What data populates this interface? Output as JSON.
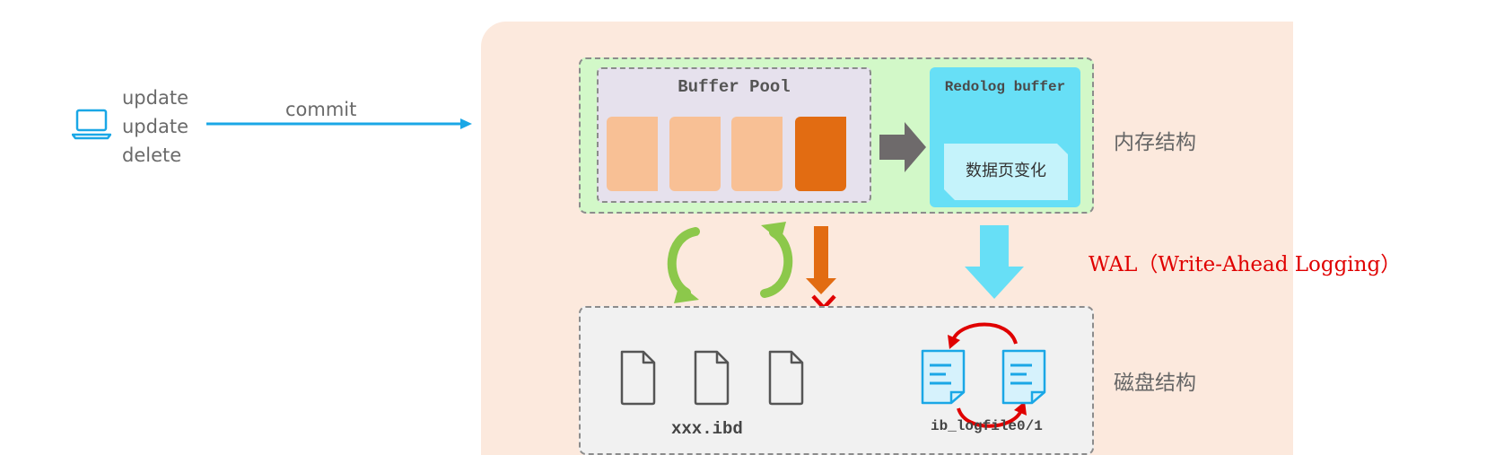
{
  "client": {
    "operations": [
      "update",
      "update",
      "delete"
    ],
    "commit_label": "commit"
  },
  "memory": {
    "buffer_pool_title": "Buffer Pool",
    "redolog_buffer_title": "Redolog buffer",
    "redolog_note": "数据页变化",
    "section_label": "内存结构"
  },
  "disk": {
    "data_file_label": "xxx.ibd",
    "log_file_label": "ib_logfile0/1",
    "section_label": "磁盘结构"
  },
  "wal_label": "WAL（Write-Ahead Logging）",
  "colors": {
    "accent_blue": "#1aa7e6",
    "buffer_page": "#f8c095",
    "dirty_page": "#e26c12",
    "memory_bg": "#d2f8c8",
    "container_bg": "#fce9dd",
    "redolog_bg": "#67dff6",
    "sync_arrow_green": "#8cc84b",
    "cross_red": "#e00000"
  },
  "icons": [
    "laptop-icon",
    "arrow-right-icon",
    "sync-arrow-icon",
    "flush-arrow-icon",
    "cross-icon",
    "file-icon",
    "document-icon",
    "cycle-arrow-icon"
  ]
}
